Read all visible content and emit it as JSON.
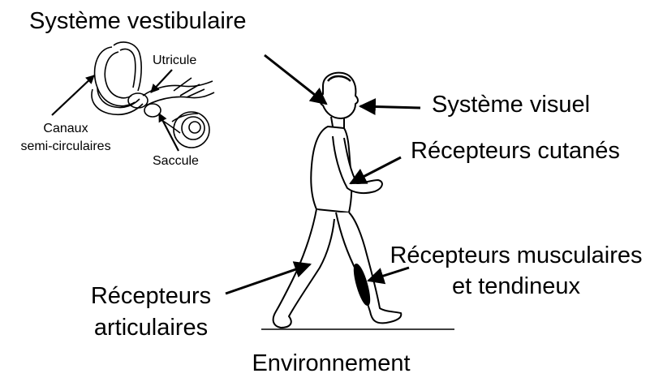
{
  "labels": {
    "vestibular": "Système vestibulaire",
    "utricule": "Utricule",
    "canaux_line1": "Canaux",
    "canaux_line2": "semi-circulaires",
    "saccule": "Saccule",
    "visuel": "Système visuel",
    "cutanes": "Récepteurs cutanés",
    "musculaires_line1": "Récepteurs musculaires",
    "musculaires_line2": "et tendineux",
    "articulaires_line1": "Récepteurs",
    "articulaires_line2": "articulaires",
    "environnement": "Environnement"
  },
  "icons": [
    "inner-ear-illustration",
    "walking-person-illustration",
    "arrow-icon"
  ],
  "colors": {
    "ink": "#000000",
    "background": "#ffffff"
  }
}
